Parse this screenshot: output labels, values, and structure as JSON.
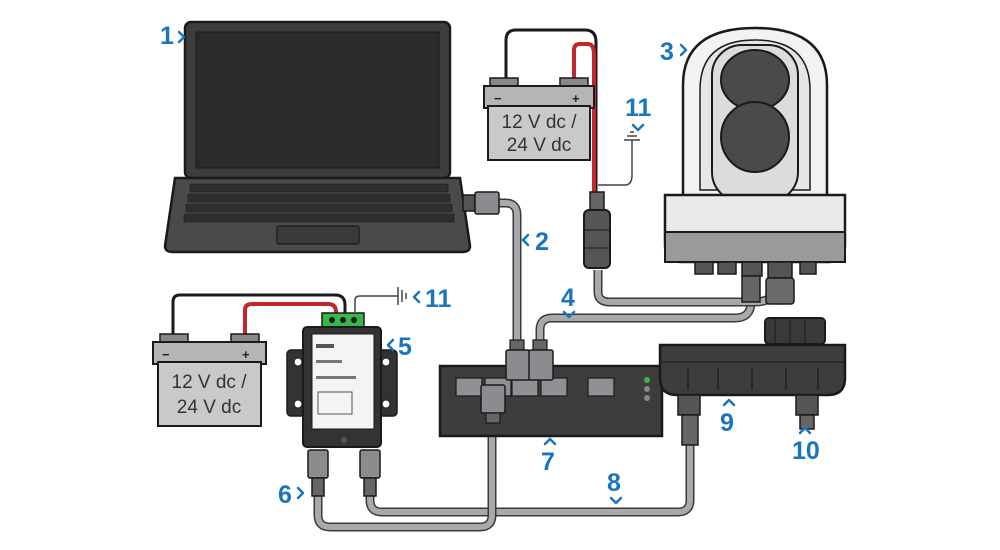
{
  "diagram": {
    "callouts": {
      "n1": "1",
      "n2": "2",
      "n3": "3",
      "n4": "4",
      "n5": "5",
      "n6": "6",
      "n7": "7",
      "n8": "8",
      "n9": "9",
      "n10": "10",
      "n11a": "11",
      "n11b": "11"
    },
    "battery_top": {
      "line1": "12 V dc /",
      "line2": "24 V dc",
      "minus": "−",
      "plus": "+"
    },
    "battery_left": {
      "line1": "12 V dc /",
      "line2": "24 V dc",
      "minus": "−",
      "plus": "+"
    },
    "colors": {
      "callout": "#1b75bc",
      "cable_gray": "#a7a9ac",
      "cable_outline": "#3a3a3a",
      "power_red": "#c1272d",
      "terminal_green": "#39b54a",
      "device_dark": "#3d3d3d"
    }
  }
}
